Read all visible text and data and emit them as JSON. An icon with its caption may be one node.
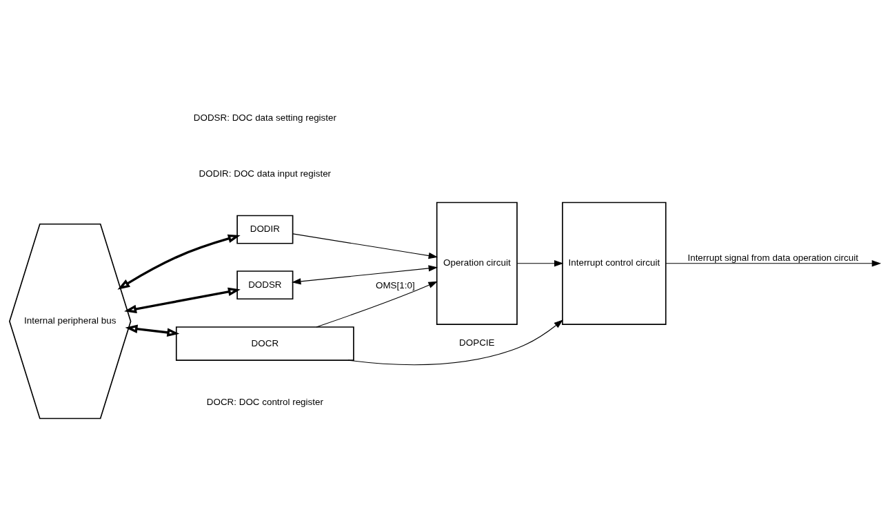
{
  "diagram": {
    "nodes": [
      {
        "text": [
          "Internal peripheral bus"
        ]
      },
      {
        "text": [
          "DODIR"
        ]
      },
      {
        "text": [
          "DODSR"
        ]
      },
      {
        "text": [
          "Operation circuit"
        ]
      },
      {
        "text": [
          "Interrupt control circuit"
        ]
      },
      {
        "text": [
          "DOCR"
        ]
      }
    ],
    "edges": [
      {
        "from": 0,
        "to": 1,
        "arrow": "both",
        "style": "thick"
      },
      {
        "from": 0,
        "to": 2,
        "arrow": "both",
        "style": "thick"
      },
      {
        "from": 0,
        "to": 5,
        "arrow": "both",
        "style": "thick"
      },
      {
        "from": 1,
        "to": 3,
        "arrow": "to"
      },
      {
        "from": 2,
        "to": 3,
        "arrow": "both"
      },
      {
        "from": 3,
        "to": 4,
        "arrow": "to"
      },
      {
        "from": 5,
        "to": 3,
        "arrow": "to",
        "label": "OMS[1:0]"
      },
      {
        "from": 5,
        "to": 4,
        "arrow": "to",
        "label": "DOPCIE"
      },
      {
        "from": 4,
        "to": null,
        "arrow": "to",
        "label": "Interrupt signal from data operation circuit"
      }
    ],
    "labels": [
      "DOCR: DOC control register",
      "DODIR: DOC data input register",
      "DODSR: DOC data setting register"
    ]
  }
}
